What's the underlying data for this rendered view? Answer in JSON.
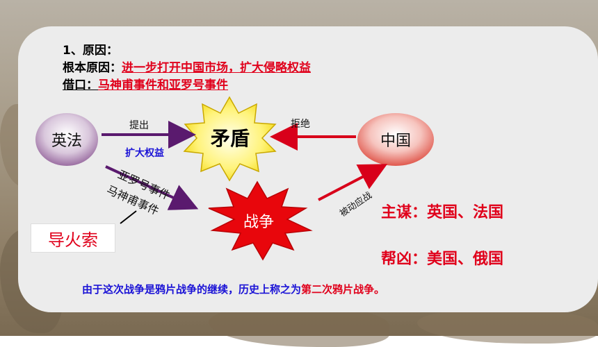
{
  "heading": "1、原因：",
  "root_cause": {
    "label": "根本原因：",
    "value": "进一步打开中国市场，扩大侵略权益"
  },
  "pretext": {
    "label": "借口：",
    "value": "马神甫事件和亚罗号事件"
  },
  "nodes": {
    "britain_france": "英法",
    "contradiction": "矛盾",
    "china": "中国",
    "war": "战争"
  },
  "edges": {
    "propose": "提出",
    "expand_rights": "扩大权益",
    "refuse": "拒绝",
    "arrow_incident": "亚罗号事件",
    "chapdelaine_incident": "马神甫事件",
    "passive_response": "被动应战"
  },
  "fuse_label": "导火索",
  "instigators": "主谋：英国、法国",
  "accomplices": "帮凶：美国、俄国",
  "conclusion": {
    "text": "由于这次战争是鸦片战争的继续，历史上称之为",
    "highlight": "第二次鸦片战争。"
  },
  "colors": {
    "accent_red": "#e0001b",
    "blue": "#1a12d6",
    "purple": "#5a1a6e"
  }
}
